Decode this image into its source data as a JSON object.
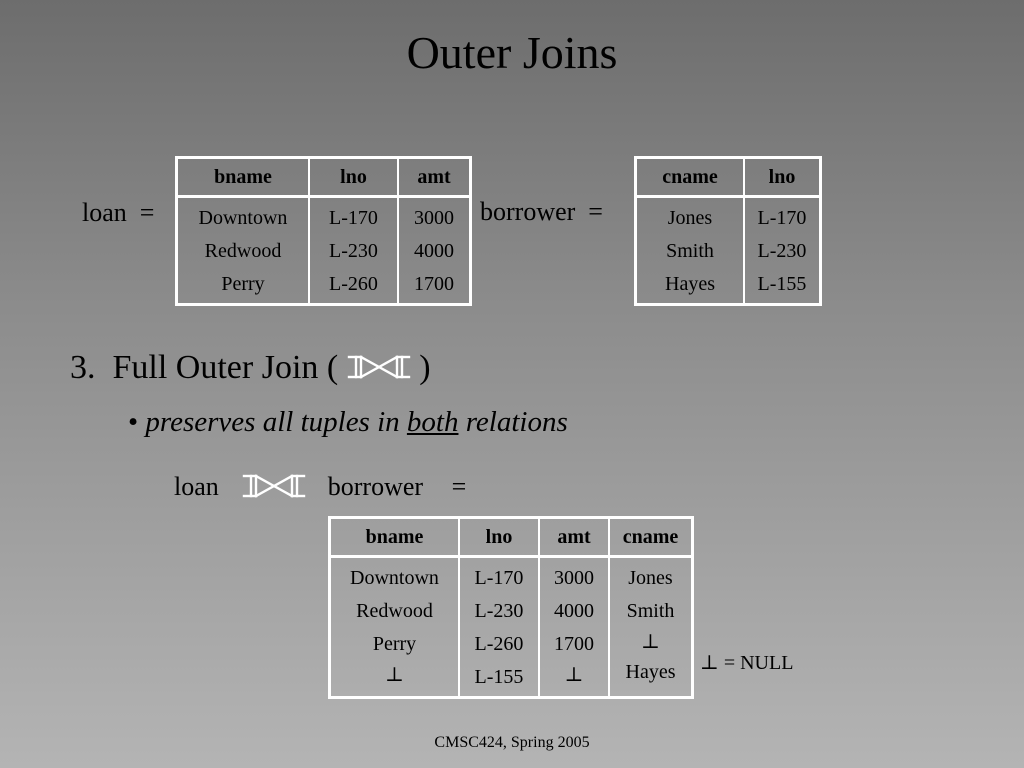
{
  "title": "Outer Joins",
  "loan_label": "loan",
  "borrower_label": "borrower",
  "equals": "=",
  "loan_table": {
    "columns": [
      "bname",
      "lno",
      "amt"
    ],
    "columns_data": [
      [
        "Downtown",
        "Redwood",
        "Perry"
      ],
      [
        "L-170",
        "L-230",
        "L-260"
      ],
      [
        "3000",
        "4000",
        "1700"
      ]
    ]
  },
  "borrower_table": {
    "columns": [
      "cname",
      "lno"
    ],
    "columns_data": [
      [
        "Jones",
        "Smith",
        "Hayes"
      ],
      [
        "L-170",
        "L-230",
        "L-155"
      ]
    ]
  },
  "section": {
    "number": "3.",
    "text_before": "Full Outer Join (",
    "text_after": ")",
    "icon": "full-outer-join-icon"
  },
  "bullet": {
    "dot": "•",
    "before": "preserves all tuples in",
    "emph": "both",
    "after": "relations"
  },
  "expression": {
    "left": "loan",
    "right": "borrower",
    "equals": "="
  },
  "result_table": {
    "columns": [
      "bname",
      "lno",
      "amt",
      "cname"
    ],
    "columns_data": [
      [
        "Downtown",
        "Redwood",
        "Perry",
        "⊥"
      ],
      [
        "L-170",
        "L-230",
        "L-260",
        "L-155"
      ],
      [
        "3000",
        "4000",
        "1700",
        "⊥"
      ],
      [
        "Jones",
        "Smith",
        "⊥",
        "Hayes"
      ]
    ]
  },
  "null_definition": {
    "symbol": "⊥",
    "text": "= NULL"
  },
  "footer": "CMSC424, Spring 2005"
}
